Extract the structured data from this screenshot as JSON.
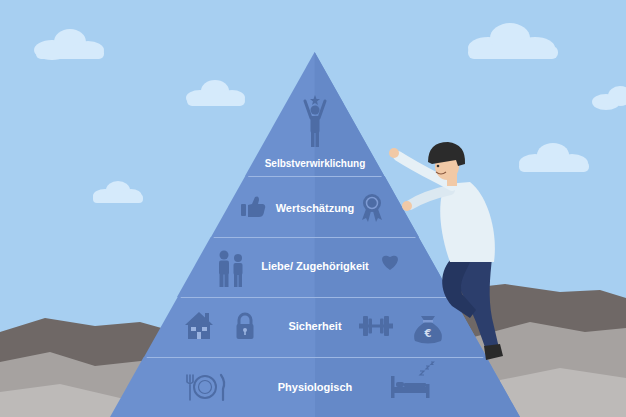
{
  "diagram": {
    "nodes": [
      {
        "text": [
          "Selbstverwirklichung"
        ]
      },
      {
        "text": [
          "Wertschätzung"
        ]
      },
      {
        "text": [
          "Liebe/ Zugehörigkeit"
        ]
      },
      {
        "text": [
          "Sicherheit"
        ]
      },
      {
        "text": [
          "Physiologisch"
        ]
      }
    ],
    "labels": [
      "€"
    ]
  }
}
